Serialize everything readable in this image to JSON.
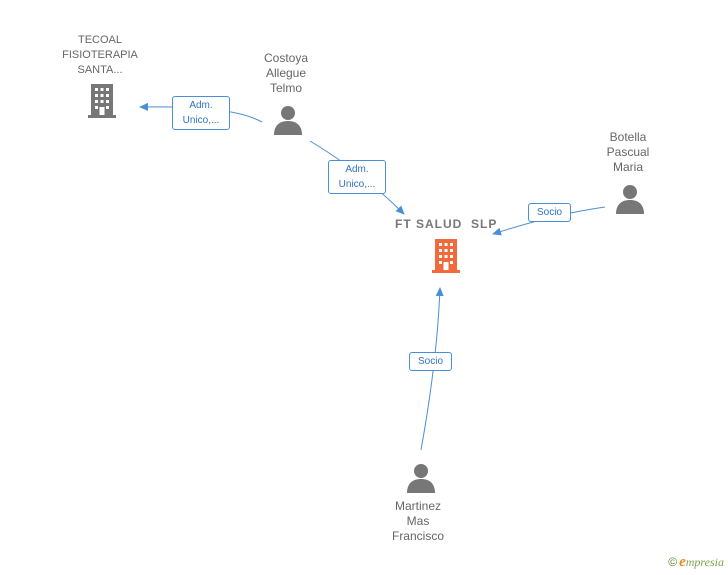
{
  "nodes": {
    "tecoal": {
      "lines": [
        "TECOAL",
        "FISIOTERAPIA",
        "SANTA..."
      ],
      "icon": "building-icon"
    },
    "costoya": {
      "lines": [
        "Costoya",
        "Allegue",
        "Telmo"
      ],
      "icon": "person-icon"
    },
    "botella": {
      "lines": [
        "Botella",
        "Pascual",
        "Maria"
      ],
      "icon": "person-icon"
    },
    "center": {
      "label": "FT SALUD  SLP",
      "icon": "building-icon"
    },
    "martinez": {
      "lines": [
        "Martinez",
        "Mas",
        "Francisco"
      ],
      "icon": "person-icon"
    }
  },
  "edges": {
    "costoya_tecoal": [
      "Adm.",
      "Unico,..."
    ],
    "costoya_center": [
      "Adm.",
      "Unico,..."
    ],
    "botella_center": "Socio",
    "martinez_center": "Socio"
  },
  "footer": {
    "copyright": "©",
    "brand_initial": "e",
    "brand_rest": "mpresia"
  },
  "colors": {
    "edge": "#4a8fd6",
    "center_icon": "#f26a3c",
    "node_icon": "#777777"
  }
}
